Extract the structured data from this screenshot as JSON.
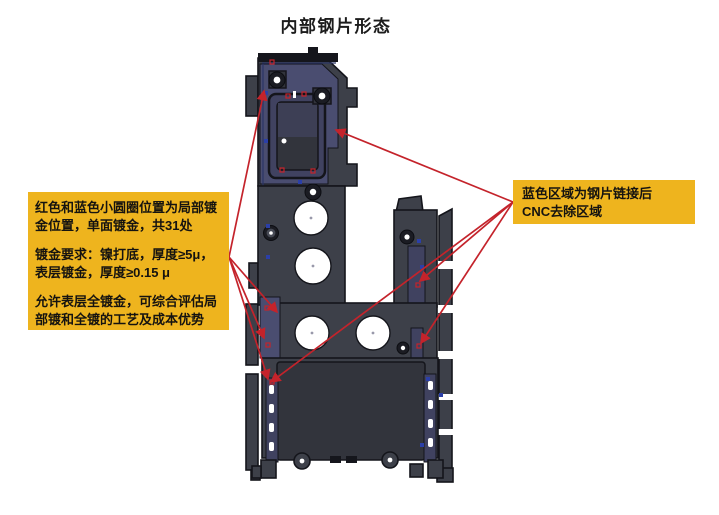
{
  "title": "内部钢片形态",
  "notes": {
    "left": {
      "p1l1": "红色和蓝色小圆圈位置为局部镀",
      "p1l2": "金位置，单面镀金，共31处",
      "p2l1": "镀金要求：镍打底，厚度≥5μ，",
      "p2l2": "表层镀金，厚度≥0.15 μ",
      "p3l1": "允许表层全镀金，可综合评估局",
      "p3l2": "部镀和全镀的工艺及成本优势"
    },
    "right": {
      "l1": "蓝色区域为钢片链接后",
      "l2": "CNC去除区域"
    }
  },
  "colors": {
    "note_background": "#eeb41e",
    "arrow_red": "#c4232b",
    "steel_gray": "#3d4049",
    "steel_dark": "#32343c",
    "cnc_region_purple": "#4a4d70",
    "gilding_mark_blue": "#2b3fa8"
  }
}
